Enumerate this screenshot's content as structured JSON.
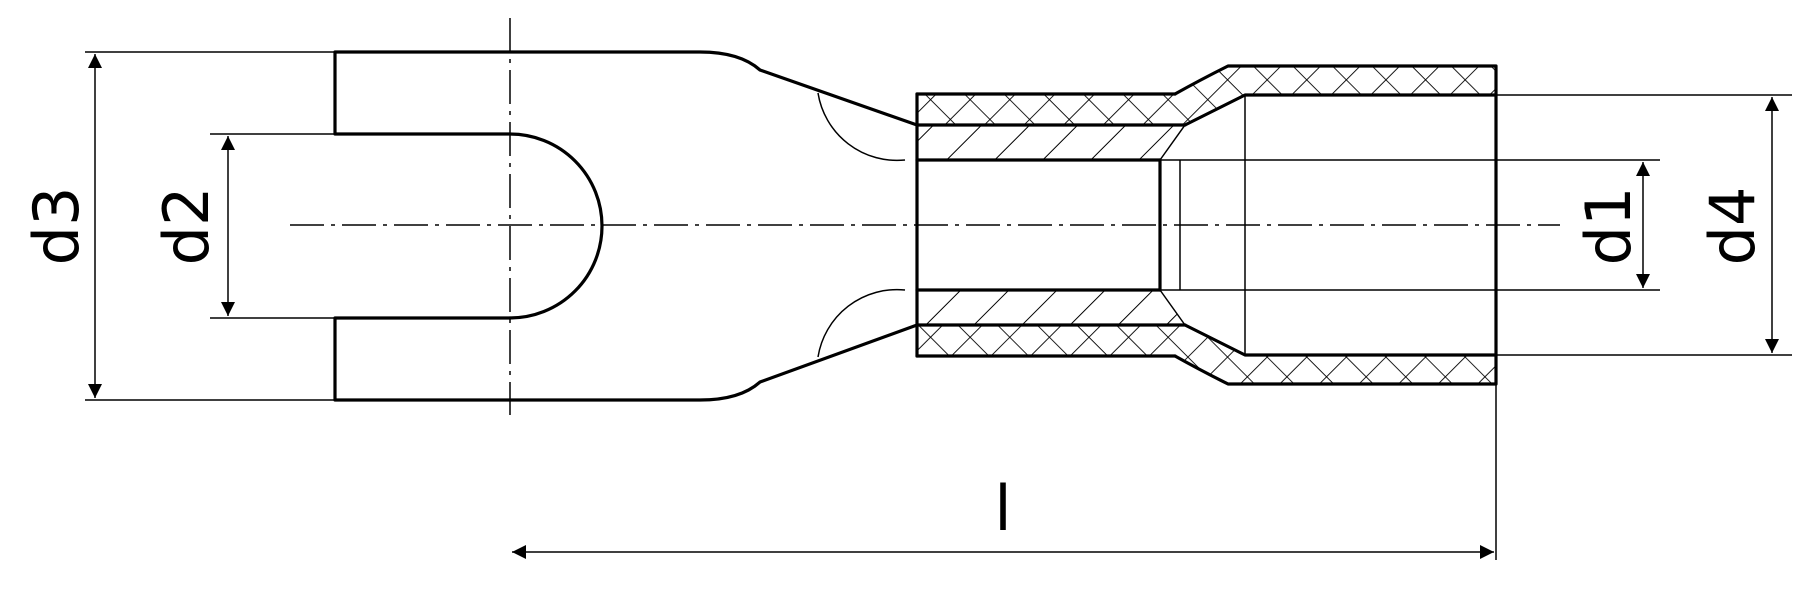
{
  "labels": {
    "d1": "d1",
    "d2": "d2",
    "d3": "d3",
    "d4": "d4",
    "length": "l"
  },
  "colors": {
    "line": "#000000",
    "background": "#ffffff"
  }
}
